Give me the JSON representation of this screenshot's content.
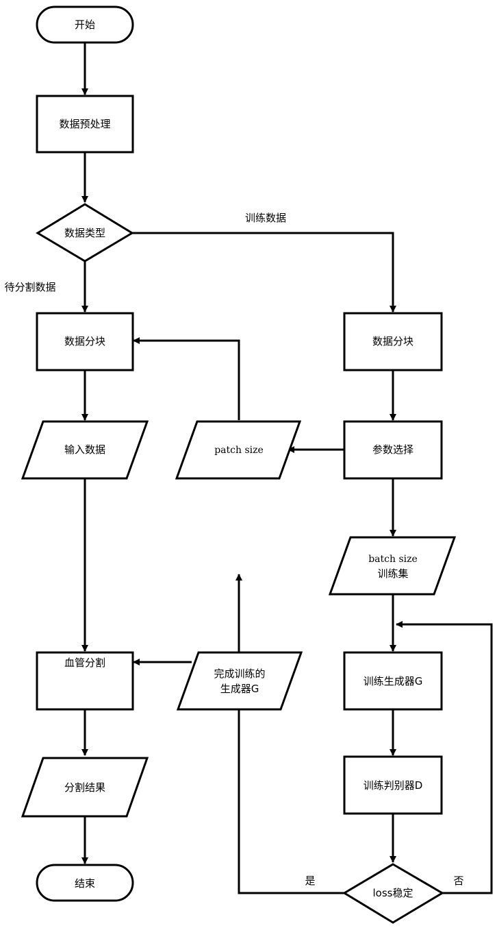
{
  "nodes": {
    "start": "开始",
    "preprocess": "数据预处理",
    "data_type": "数据类型",
    "split_left": "数据分块",
    "split_right": "数据分块",
    "input_data": "输入数据",
    "patch_size": "patch size",
    "param_select": "参数选择",
    "batch_line1": "batch size",
    "batch_line2": "训练集",
    "vessel_seg": "血管分割",
    "trained_g_line1": "完成训练的",
    "trained_g_line2": "生成器G",
    "train_g": "训练生成器G",
    "train_d": "训练判别器D",
    "seg_result": "分割结果",
    "end": "结束",
    "loss_stable": "loss稳定"
  },
  "edge_labels": {
    "train_data": "训练数据",
    "to_segment": "待分割数据",
    "yes": "是",
    "no": "否"
  }
}
